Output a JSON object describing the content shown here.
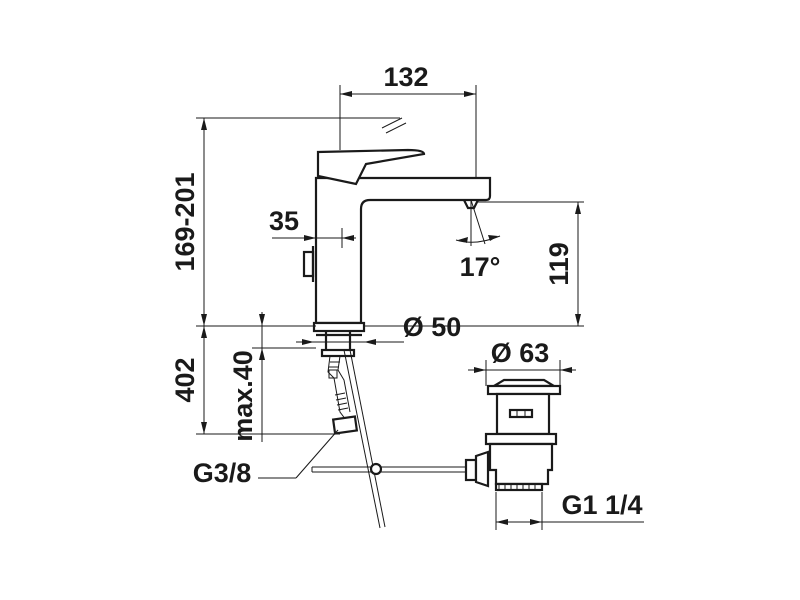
{
  "dimensions": {
    "spout_reach": "132",
    "total_height": "169-201",
    "lever_offset": "35",
    "spout_height": "119",
    "spout_angle": "17°",
    "base_diameter": "Ø 50",
    "below_deck": "402",
    "max_deck": "max.40",
    "connection_thread": "G3/8",
    "waste_diameter": "Ø 63",
    "waste_thread": "G1 1/4"
  },
  "colors": {
    "line": "#1a1a1a",
    "background": "#ffffff"
  }
}
